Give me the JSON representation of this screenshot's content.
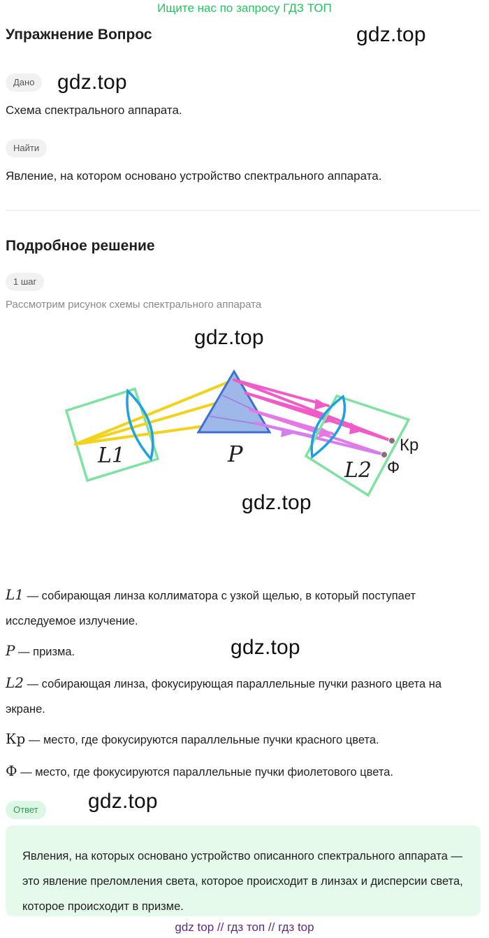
{
  "banner": "Ищите нас по запросу ГДЗ ТОП",
  "watermark": "gdz.top",
  "exercise_title": "Упражнение Вопрос",
  "given": {
    "tag": "Дано",
    "text": "Схема спектрального аппарата."
  },
  "find": {
    "tag": "Найти",
    "text": "Явление, на котором основано устройство спектрального аппарата."
  },
  "solution_title": "Подробное решение",
  "step": {
    "tag": "1 шаг",
    "text": "Рассмотрим рисунок схемы спектрального аппарата"
  },
  "figure": {
    "lens1": "L1",
    "prism": "P",
    "lens2": "L2",
    "red": "Кр",
    "violet": "Ф"
  },
  "definitions": [
    {
      "symbol": "L1",
      "text": " — собирающая линза коллиматора с узкой щелью, в который поступает исследуемое излучение."
    },
    {
      "symbol": "P",
      "text": " — призма."
    },
    {
      "symbol": "L2",
      "text": " — собирающая линза, фокусирующая параллельные пучки разного цвета на экране."
    },
    {
      "symbol": "Кр",
      "text": " — место, где фокусируются параллельные пучки красного цвета."
    },
    {
      "symbol": "Ф",
      "text": " — место, где фокусируются параллельные пучки фиолетового цвета."
    }
  ],
  "answer": {
    "tag": "Ответ",
    "text": "Явления, на которых основано устройство описанного спектрального аппарата — это явление преломления света, которое происходит в линзах и дисперсии света, которое происходит в призме."
  },
  "footer": "gdz top  //  гдз топ  //  гдз top",
  "colors": {
    "banner": "#22c55e",
    "answer_bg": "#e5faea",
    "lens_frame": "#7ee2a0",
    "lens": "#1aa3e0",
    "beam_in": "#f2d21b",
    "beam_out": "#f05bc8",
    "prism": "#9fb8ea"
  }
}
